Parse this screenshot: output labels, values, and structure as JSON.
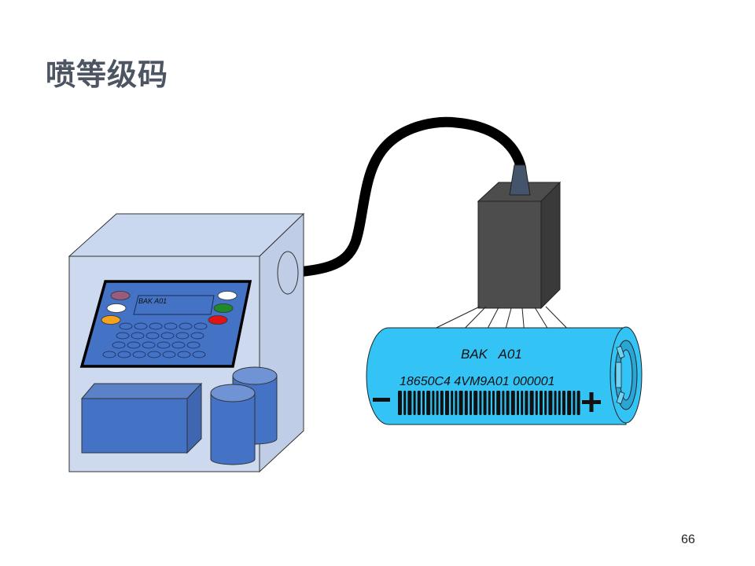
{
  "slide": {
    "title": "喷等级码",
    "page_number": "66"
  },
  "printer": {
    "screen_text": "BAK  A01"
  },
  "battery": {
    "grade_code": "BAK   A01",
    "serial_code": "18650C4 4VM9A01 000001",
    "minus_symbol": "−",
    "plus_symbol": "+"
  },
  "colors": {
    "printer_body": "#cdd9ef",
    "keypad": "#4472c4",
    "print_head": "#4d4d4d",
    "battery": "#33c4f5",
    "title": "#4d5563"
  }
}
